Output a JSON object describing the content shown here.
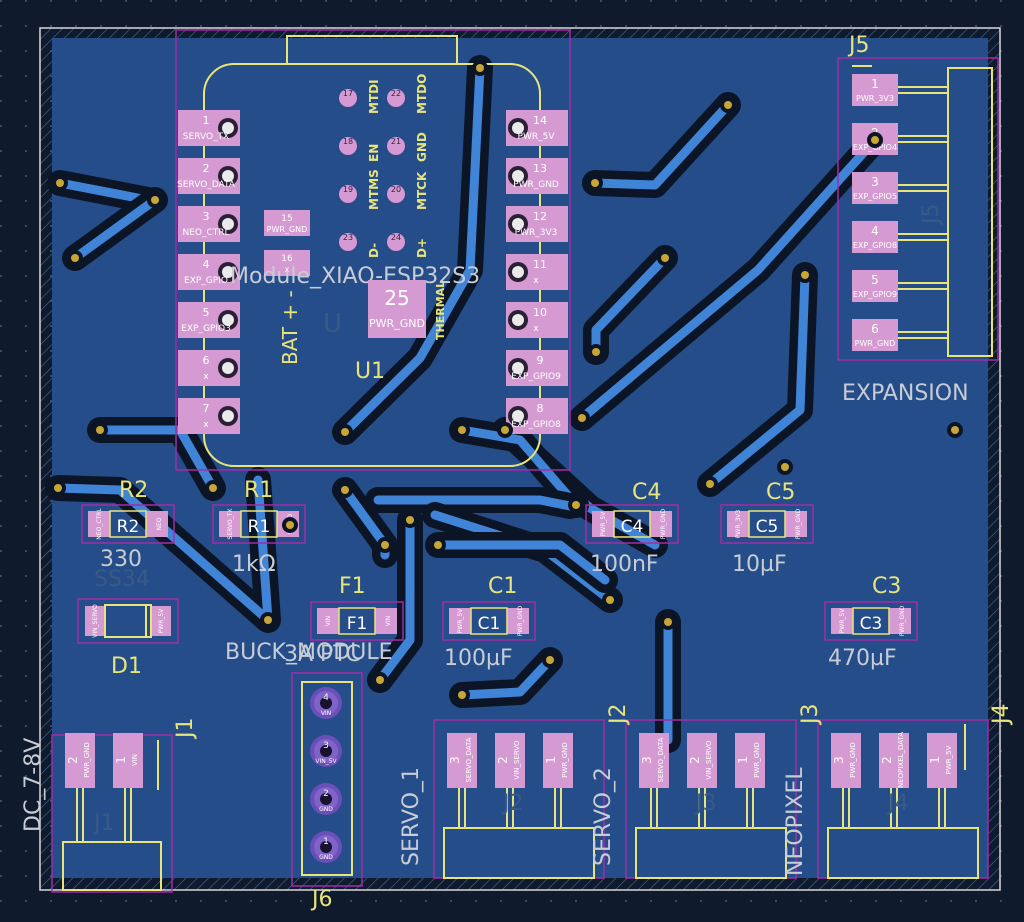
{
  "colors": {
    "background": "#0f1a2c",
    "copper_fill": "#244d8a",
    "trace": "#3f84d6",
    "clearance": "#0c1526",
    "pad": "#d59ad2",
    "via": "#c7a635",
    "silk": "#e9e47a",
    "fab_text": "#c8ccd4",
    "courtyard": "#a22ca6"
  },
  "module": {
    "ref": "U1",
    "ref2": "U",
    "value": "Module_XIAO-ESP32S3",
    "bat_label": "BAT + -",
    "thermal_num": "25",
    "thermal_net": "PWR_GND",
    "thermal_label": "THERMAL",
    "left_pins": [
      {
        "num": "1",
        "net": "SERVO_TX"
      },
      {
        "num": "2",
        "net": "SERVO_DATA"
      },
      {
        "num": "3",
        "net": "NEO_CTRL"
      },
      {
        "num": "4",
        "net": "EXP_GPIO"
      },
      {
        "num": "5",
        "net": "EXP_GPIO3"
      },
      {
        "num": "6",
        "net": "x"
      },
      {
        "num": "7",
        "net": "x"
      }
    ],
    "right_pins": [
      {
        "num": "14",
        "net": "PWR_5V"
      },
      {
        "num": "13",
        "net": "PWR_GND"
      },
      {
        "num": "12",
        "net": "PWR_3V3"
      },
      {
        "num": "11",
        "net": "x"
      },
      {
        "num": "10",
        "net": "x"
      },
      {
        "num": "9",
        "net": "EXP_GPIO9"
      },
      {
        "num": "8",
        "net": "EXP_GPIO8"
      }
    ],
    "bat_pads": [
      {
        "num": "15",
        "net": "PWR_GND"
      },
      {
        "num": "16",
        "net": "x"
      }
    ],
    "jtag_rows": [
      {
        "l": "17",
        "r": "22",
        "left_label": "MTDI",
        "right_label": "MTDO"
      },
      {
        "l": "18",
        "r": "21",
        "left_label": "EN",
        "right_label": "GND"
      },
      {
        "l": "19",
        "r": "20",
        "left_label": "MTMS",
        "right_label": "MTCK"
      },
      {
        "l": "23",
        "r": "24",
        "left_label": "D-",
        "right_label": "D+"
      }
    ]
  },
  "expansion": {
    "ref": "J5",
    "ref_rot": "J5",
    "value": "EXPANSION",
    "pins": [
      {
        "num": "1",
        "net": "PWR_3V3"
      },
      {
        "num": "2",
        "net": "EXP_GPIO4"
      },
      {
        "num": "3",
        "net": "EXP_GPIO5"
      },
      {
        "num": "4",
        "net": "EXP_GPIO8"
      },
      {
        "num": "5",
        "net": "EXP_GPIO9"
      },
      {
        "num": "6",
        "net": "PWR_GND"
      }
    ]
  },
  "passives": {
    "r2": {
      "ref": "R2",
      "value": "330",
      "pad1": "NEO_CTRL",
      "pad2": "NEO"
    },
    "r1": {
      "ref": "R1",
      "value": "1kΩ",
      "pad1": "SERVO_TX",
      "pad2": "SERVO"
    },
    "c4": {
      "ref": "C4",
      "value": "100nF",
      "pad1": "PWR_5V",
      "pad2": "PWR_GND"
    },
    "c5": {
      "ref": "C5",
      "value": "10µF",
      "pad1": "PWR_3V3",
      "pad2": "PWR_GND"
    },
    "d1": {
      "ref": "D1",
      "value": "SS34",
      "pad1": "VIN_SERVO",
      "pad2": "PWR_5V"
    },
    "f1": {
      "ref": "F1",
      "value": "3A PTC",
      "pad1": "VIN",
      "pad2": "VIN"
    },
    "c1": {
      "ref": "C1",
      "value": "100µF",
      "pad1": "PWR_5V",
      "pad2": "PWR_GND"
    },
    "c3": {
      "ref": "C3",
      "value": "470µF",
      "pad1": "PWR_5V",
      "pad2": "PWR_GND"
    }
  },
  "buck_label": "BUCK_MODULE",
  "j6": {
    "ref": "J6",
    "pins": [
      "4",
      "3",
      "2",
      "1"
    ],
    "nets": [
      "VIN",
      "VIN_5V",
      "GND",
      "GND"
    ]
  },
  "j1": {
    "ref": "J1",
    "ref_fab": "J1",
    "value": "DC_7-8V",
    "pins": [
      {
        "num": "2",
        "net": "PWR_GND"
      },
      {
        "num": "1",
        "net": "VIN"
      }
    ]
  },
  "j2": {
    "ref": "J2",
    "ref_fab": "J2",
    "value": "SERVO_1",
    "pins": [
      {
        "num": "3",
        "net": "SERVO_DATA"
      },
      {
        "num": "2",
        "net": "VIN_SERVO"
      },
      {
        "num": "1",
        "net": "PWR_GND"
      }
    ]
  },
  "j3": {
    "ref": "J3",
    "ref_fab": "J3",
    "value": "SERVO_2",
    "pins": [
      {
        "num": "3",
        "net": "SERVO_DATA"
      },
      {
        "num": "2",
        "net": "VIN_SERVO"
      },
      {
        "num": "1",
        "net": "PWR_GND"
      }
    ]
  },
  "j4": {
    "ref": "J4",
    "ref_fab": "J4",
    "value": "NEOPIXEL",
    "pins": [
      {
        "num": "3",
        "net": "PWR_GND"
      },
      {
        "num": "2",
        "net": "NEOPIXEL_DATA"
      },
      {
        "num": "1",
        "net": "PWR_5V"
      }
    ]
  }
}
